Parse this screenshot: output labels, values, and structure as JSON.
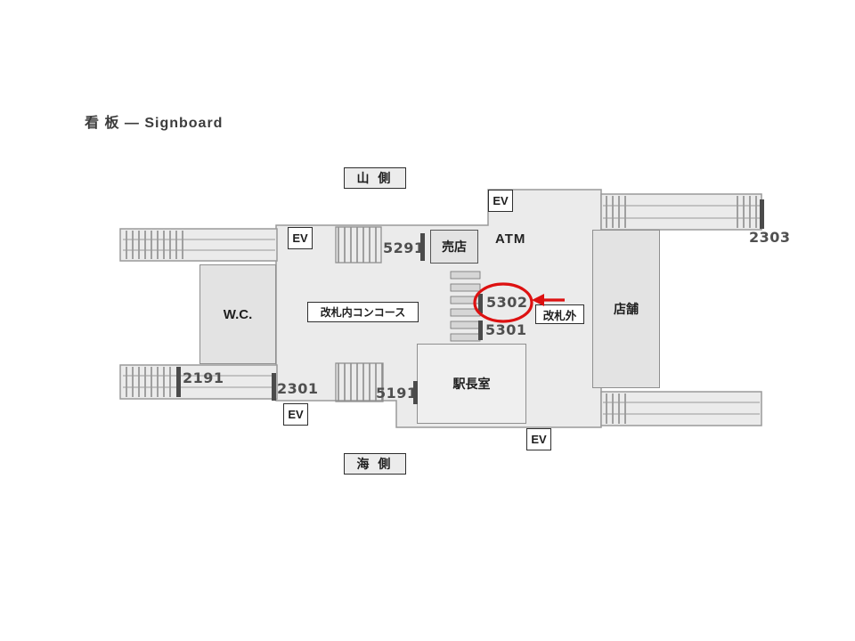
{
  "page": {
    "title": "看 板 — Signboard"
  },
  "labels": {
    "mountain_side": "山 側",
    "sea_side": "海 側",
    "ev": "EV",
    "wc": "W.C.",
    "kiosk": "売店",
    "atm": "ATM",
    "concourse_inside_gate": "改札内コンコース",
    "outside_gate": "改札外",
    "stores": "店舗",
    "station_master_office": "駅長室"
  },
  "numbers": {
    "n5291": "5291",
    "n5302": "5302",
    "n5301": "5301",
    "n5191": "5191",
    "n2191": "2191",
    "n2301": "2301",
    "n2303": "2303"
  },
  "highlight": {
    "number": "5302"
  },
  "colors": {
    "floor_fill": "#ebebeb",
    "floor_border": "#9a9a9a",
    "room_fill": "#e3e3e3",
    "box_border": "#2b2b2b",
    "number_text": "#4f4f4f",
    "highlight_red": "#dd1111"
  }
}
